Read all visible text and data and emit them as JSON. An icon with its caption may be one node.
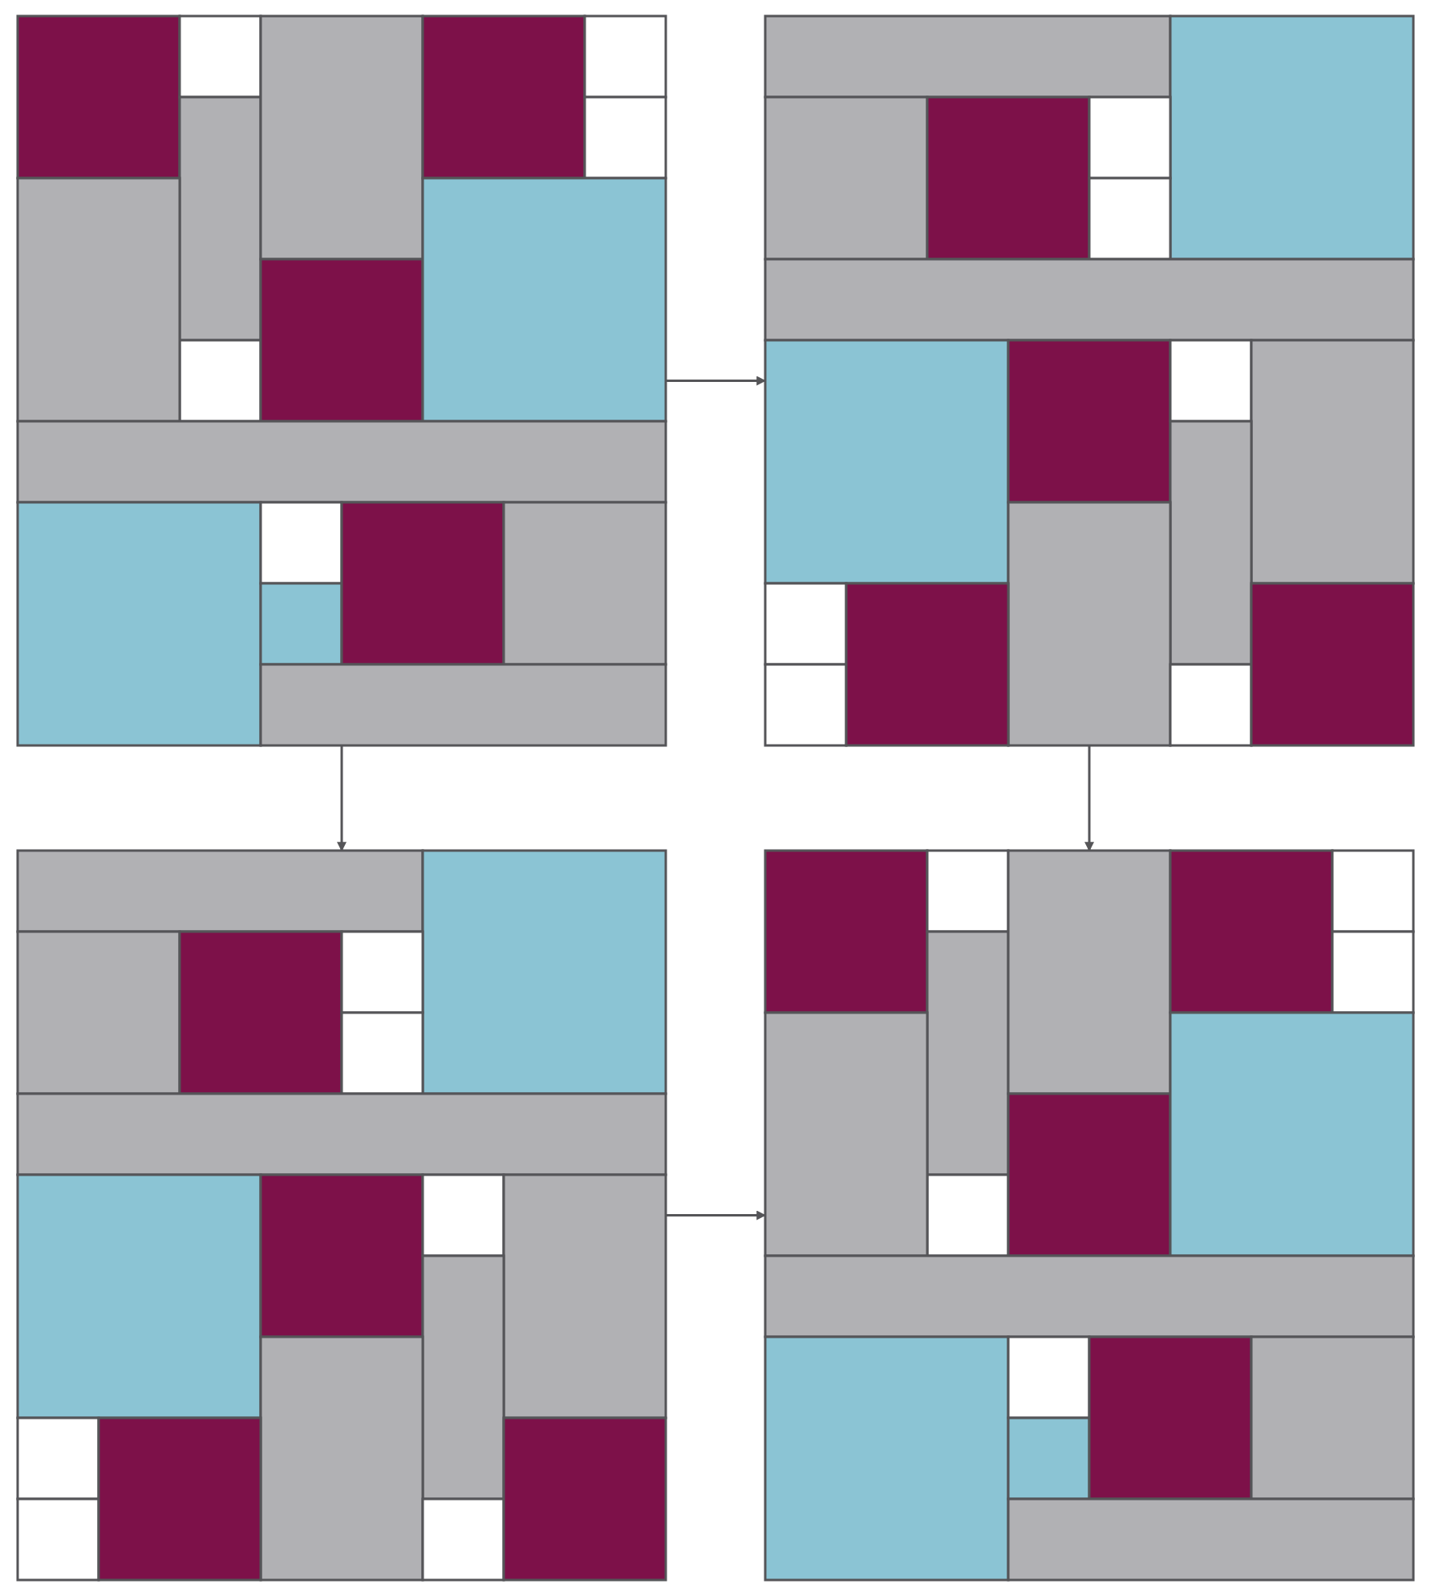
{
  "diagram": {
    "nodes": [
      {
        "text": [],
        "shape": "box"
      },
      {
        "text": [],
        "shape": "box"
      },
      {
        "text": [],
        "shape": "box"
      },
      {
        "text": [],
        "shape": "box"
      }
    ],
    "edges": [
      {
        "from": 0,
        "to": 1,
        "arrow": "to"
      },
      {
        "from": 0,
        "to": 2,
        "arrow": "to"
      },
      {
        "from": 1,
        "to": 3,
        "arrow": "to"
      },
      {
        "from": 2,
        "to": 3,
        "arrow": "to"
      }
    ]
  }
}
